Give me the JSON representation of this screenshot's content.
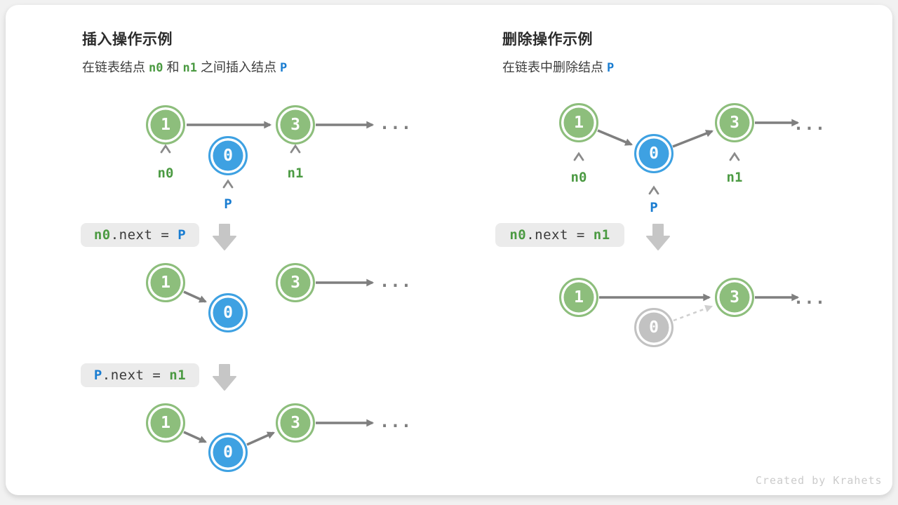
{
  "watermark": "Created by Krahets",
  "colors": {
    "node_green": "#8DBE7C",
    "node_blue": "#3EA1E2",
    "node_gray": "#C2C2C2",
    "text_green": "#4B9A42",
    "text_blue": "#1A7DD1",
    "arrow_gray": "#7F7F7F",
    "dashed_gray": "#CFCFCF",
    "block_arrow_gray": "#C6C6C6",
    "code_box_bg": "#EBEBEB"
  },
  "insert": {
    "title": "插入操作示例",
    "subtitle": {
      "t1": "在链表结点",
      "c1": "n0",
      "t2": "和",
      "c2": "n1",
      "t3": "之间插入结点",
      "c3": "P"
    },
    "node_values": {
      "first": "1",
      "inserted": "0",
      "third": "3"
    },
    "labels": {
      "n0": "n0",
      "p": "P",
      "n1": "n1"
    },
    "ellipsis": "...",
    "code1": {
      "lhs": "n0",
      "mid": ".next = ",
      "rhs": "P"
    },
    "code2": {
      "lhs": "P",
      "mid": ".next = ",
      "rhs": "n1"
    }
  },
  "delete": {
    "title": "删除操作示例",
    "subtitle": {
      "t1": "在链表中删除结点",
      "c1": "P"
    },
    "node_values": {
      "first": "1",
      "removed": "0",
      "third": "3"
    },
    "labels": {
      "n0": "n0",
      "p": "P",
      "n1": "n1"
    },
    "ellipsis": "...",
    "code1": {
      "lhs": "n0",
      "mid": ".next = ",
      "rhs": "n1"
    }
  }
}
